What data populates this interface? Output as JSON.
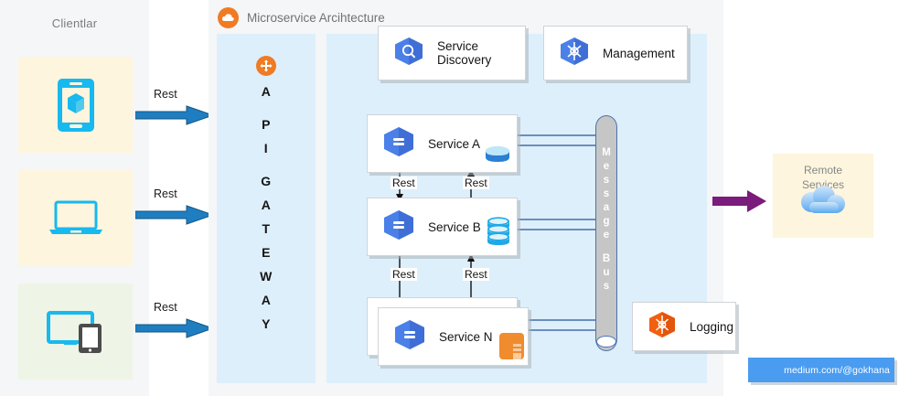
{
  "clients": {
    "title": "Clientlar",
    "items": [
      {
        "icon": "mobile-phone-icon",
        "bg": "#fdf5dd"
      },
      {
        "icon": "laptop-icon",
        "bg": "#fdf5dd"
      },
      {
        "icon": "desktop-tablet-icon",
        "bg": "#eef5e6"
      }
    ],
    "arrow_labels": [
      "Rest",
      "Rest",
      "Rest"
    ]
  },
  "architecture": {
    "title": "Microservice Arcihtecture",
    "header_icon": "cloud-icon",
    "gateway": {
      "icon": "move-arrows-icon",
      "letters": [
        "A",
        "P",
        "I",
        "G",
        "A",
        "T",
        "E",
        "W",
        "A",
        "Y"
      ],
      "text": "API GATEWAY"
    },
    "top_cards": [
      {
        "label": "Service Discovery",
        "icon": "magnifier-hex-icon"
      },
      {
        "label": "Management",
        "icon": "management-hex-icon"
      }
    ],
    "services": [
      {
        "label": "Service A",
        "icon": "service-hex-icon",
        "storage": "database-cylinder-icon"
      },
      {
        "label": "Service B",
        "icon": "service-hex-icon",
        "storage": "database-stack-icon"
      },
      {
        "label": "Service N",
        "icon": "service-hex-icon",
        "storage": "storage-orange-icon"
      }
    ],
    "service_links": [
      {
        "down": "Rest",
        "up": "Rest"
      },
      {
        "down": "Rest",
        "up": "Rest"
      }
    ],
    "message_bus": {
      "label": "Message Bus",
      "chars": [
        "M",
        "e",
        "s",
        "s",
        "a",
        "g",
        "e",
        " ",
        "B",
        "u",
        "s"
      ]
    },
    "logging": {
      "label": "Logging",
      "icon": "logging-hex-icon"
    }
  },
  "remote": {
    "title_line1": "Remote",
    "title_line2": "Services",
    "icon": "cloud-icon"
  },
  "watermark": {
    "text": "medium.com/@gokhana"
  },
  "colors": {
    "panel_blue": "#ddeffb",
    "panel_gray": "#f5f6f7",
    "client_cream": "#fdf5dd",
    "client_green": "#eef5e6",
    "orange": "#f07b23",
    "hex_blue": "#4a80e8",
    "arrow_blue": "#1f7ec2",
    "arrow_purple": "#7b1b7b",
    "watermark_blue": "#4a9cf0",
    "bus_gray": "#c6c6c6",
    "connector_blue": "#5b7fb4"
  }
}
